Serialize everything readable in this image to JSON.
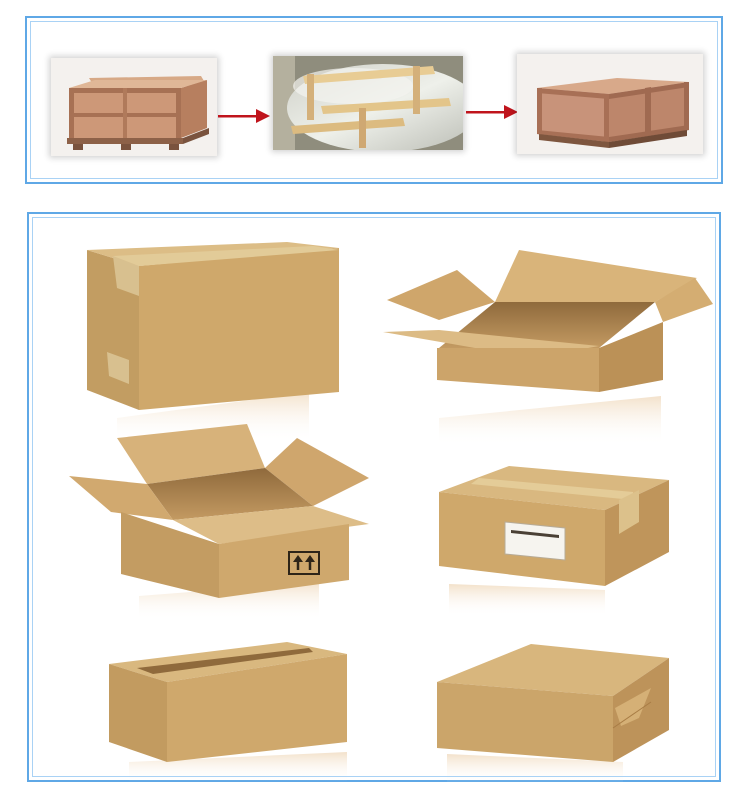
{
  "packing_process": {
    "steps": [
      {
        "id": "open-wooden-crate",
        "icon": "open-wooden-crate-icon"
      },
      {
        "id": "goods-secured-with-battens",
        "icon": "battens-icon"
      },
      {
        "id": "closed-wooden-crate",
        "icon": "closed-wooden-crate-icon"
      }
    ],
    "arrow_color": "#c0141c"
  },
  "carton_gallery": {
    "items": [
      {
        "id": "sealed-carton",
        "state": "closed, taped"
      },
      {
        "id": "open-carton-flaps-spread",
        "state": "open"
      },
      {
        "id": "open-carton-this-side-up",
        "state": "open",
        "marking": "this-side-up-icon"
      },
      {
        "id": "taped-carton-with-label",
        "state": "closed, label"
      },
      {
        "id": "carton-top-flaps-gap",
        "state": "closed"
      },
      {
        "id": "wrapped-carton",
        "state": "folded"
      }
    ],
    "kraft_front": "#c9a56b",
    "kraft_side": "#b88f55",
    "kraft_top": "#d9b880"
  },
  "frame_color": "#5fa8e6"
}
